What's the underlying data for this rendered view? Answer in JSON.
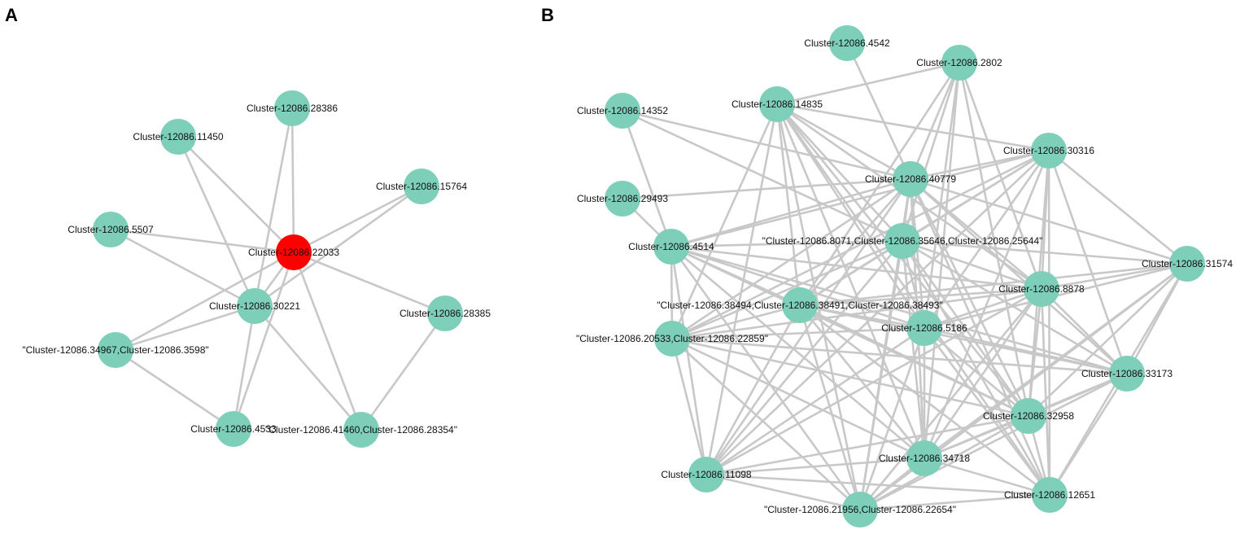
{
  "colors": {
    "node": "#7ecfba",
    "hub_node": "#ff0000",
    "edge": "#c8c8c8",
    "label": "#111111"
  },
  "panel_a": {
    "letter": "A",
    "nodes": [
      {
        "id": "a1",
        "label": "Cluster-12086.22033",
        "hub": true
      },
      {
        "id": "a2",
        "label": "Cluster-12086.28386"
      },
      {
        "id": "a3",
        "label": "Cluster-12086.11450"
      },
      {
        "id": "a4",
        "label": "Cluster-12086.15764"
      },
      {
        "id": "a5",
        "label": "Cluster-12086.5507"
      },
      {
        "id": "a6",
        "label": "Cluster-12086.30221"
      },
      {
        "id": "a7",
        "label": "Cluster-12086.28385"
      },
      {
        "id": "a8",
        "label": "\"Cluster-12086.34967,Cluster-12086.3598\""
      },
      {
        "id": "a9",
        "label": "Cluster-12086.4533"
      },
      {
        "id": "a10",
        "label": "\"Cluster-12086.41460,Cluster-12086.28354\""
      }
    ],
    "edges": [
      [
        "a1",
        "a2"
      ],
      [
        "a1",
        "a3"
      ],
      [
        "a1",
        "a4"
      ],
      [
        "a1",
        "a5"
      ],
      [
        "a1",
        "a6"
      ],
      [
        "a1",
        "a7"
      ],
      [
        "a1",
        "a8"
      ],
      [
        "a1",
        "a9"
      ],
      [
        "a1",
        "a10"
      ],
      [
        "a6",
        "a2"
      ],
      [
        "a6",
        "a3"
      ],
      [
        "a6",
        "a4"
      ],
      [
        "a6",
        "a5"
      ],
      [
        "a6",
        "a8"
      ],
      [
        "a6",
        "a9"
      ],
      [
        "a6",
        "a10"
      ],
      [
        "a8",
        "a9"
      ],
      [
        "a10",
        "a7"
      ]
    ]
  },
  "panel_b": {
    "letter": "B",
    "nodes": [
      {
        "id": "b1",
        "label": "Cluster-12086.4542"
      },
      {
        "id": "b2",
        "label": "Cluster-12086.2802"
      },
      {
        "id": "b3",
        "label": "Cluster-12086.14352"
      },
      {
        "id": "b4",
        "label": "Cluster-12086.14835"
      },
      {
        "id": "b5",
        "label": "Cluster-12086.30316"
      },
      {
        "id": "b6",
        "label": "Cluster-12086.40779"
      },
      {
        "id": "b7",
        "label": "Cluster-12086.29493"
      },
      {
        "id": "b8",
        "label": "Cluster-12086.4514"
      },
      {
        "id": "b9",
        "label": "\"Cluster-12086.8071,Cluster-12086.35646,Cluster-12086.25644\""
      },
      {
        "id": "b10",
        "label": "Cluster-12086.31574"
      },
      {
        "id": "b11",
        "label": "Cluster-12086.8878"
      },
      {
        "id": "b12",
        "label": "\"Cluster-12086.38494,Cluster-12086.38491,Cluster-12086.38493\""
      },
      {
        "id": "b13",
        "label": "\"Cluster-12086.20533,Cluster-12086.22859\""
      },
      {
        "id": "b14",
        "label": "Cluster-12086.5186"
      },
      {
        "id": "b15",
        "label": "Cluster-12086.33173"
      },
      {
        "id": "b16",
        "label": "Cluster-12086.32958"
      },
      {
        "id": "b17",
        "label": "Cluster-12086.34718"
      },
      {
        "id": "b18",
        "label": "Cluster-12086.11098"
      },
      {
        "id": "b19",
        "label": "Cluster-12086.12651"
      },
      {
        "id": "b20",
        "label": "\"Cluster-12086.21956,Cluster-12086.22654\""
      }
    ],
    "edges": [
      [
        "b1",
        "b6"
      ],
      [
        "b2",
        "b6"
      ],
      [
        "b2",
        "b9"
      ],
      [
        "b2",
        "b11"
      ],
      [
        "b2",
        "b12"
      ],
      [
        "b2",
        "b14"
      ],
      [
        "b2",
        "b16"
      ],
      [
        "b2",
        "b17"
      ],
      [
        "b2",
        "b4"
      ],
      [
        "b3",
        "b8"
      ],
      [
        "b3",
        "b9"
      ],
      [
        "b3",
        "b6"
      ],
      [
        "b7",
        "b6"
      ],
      [
        "b7",
        "b8"
      ],
      [
        "b4",
        "b6"
      ],
      [
        "b4",
        "b9"
      ],
      [
        "b4",
        "b11"
      ],
      [
        "b4",
        "b12"
      ],
      [
        "b4",
        "b13"
      ],
      [
        "b4",
        "b14"
      ],
      [
        "b4",
        "b16"
      ],
      [
        "b4",
        "b17"
      ],
      [
        "b4",
        "b18"
      ],
      [
        "b4",
        "b5"
      ],
      [
        "b4",
        "b19"
      ],
      [
        "b4",
        "b20"
      ],
      [
        "b5",
        "b6"
      ],
      [
        "b5",
        "b9"
      ],
      [
        "b5",
        "b11"
      ],
      [
        "b5",
        "b12"
      ],
      [
        "b5",
        "b13"
      ],
      [
        "b5",
        "b14"
      ],
      [
        "b5",
        "b15"
      ],
      [
        "b5",
        "b16"
      ],
      [
        "b5",
        "b17"
      ],
      [
        "b5",
        "b19"
      ],
      [
        "b5",
        "b8"
      ],
      [
        "b5",
        "b18"
      ],
      [
        "b6",
        "b8"
      ],
      [
        "b6",
        "b9"
      ],
      [
        "b6",
        "b11"
      ],
      [
        "b6",
        "b12"
      ],
      [
        "b6",
        "b13"
      ],
      [
        "b6",
        "b14"
      ],
      [
        "b6",
        "b15"
      ],
      [
        "b6",
        "b16"
      ],
      [
        "b6",
        "b17"
      ],
      [
        "b6",
        "b19"
      ],
      [
        "b6",
        "b10"
      ],
      [
        "b6",
        "b18"
      ],
      [
        "b6",
        "b20"
      ],
      [
        "b8",
        "b9"
      ],
      [
        "b8",
        "b11"
      ],
      [
        "b8",
        "b12"
      ],
      [
        "b8",
        "b14"
      ],
      [
        "b8",
        "b16"
      ],
      [
        "b8",
        "b17"
      ],
      [
        "b8",
        "b18"
      ],
      [
        "b8",
        "b13"
      ],
      [
        "b8",
        "b15"
      ],
      [
        "b8",
        "b20"
      ],
      [
        "b9",
        "b11"
      ],
      [
        "b9",
        "b12"
      ],
      [
        "b9",
        "b13"
      ],
      [
        "b9",
        "b14"
      ],
      [
        "b9",
        "b15"
      ],
      [
        "b9",
        "b16"
      ],
      [
        "b9",
        "b17"
      ],
      [
        "b9",
        "b18"
      ],
      [
        "b9",
        "b19"
      ],
      [
        "b9",
        "b10"
      ],
      [
        "b9",
        "b20"
      ],
      [
        "b10",
        "b11"
      ],
      [
        "b10",
        "b14"
      ],
      [
        "b10",
        "b15"
      ],
      [
        "b10",
        "b16"
      ],
      [
        "b10",
        "b17"
      ],
      [
        "b10",
        "b19"
      ],
      [
        "b10",
        "b12"
      ],
      [
        "b10",
        "b20"
      ],
      [
        "b10",
        "b5"
      ],
      [
        "b11",
        "b12"
      ],
      [
        "b11",
        "b13"
      ],
      [
        "b11",
        "b14"
      ],
      [
        "b11",
        "b15"
      ],
      [
        "b11",
        "b16"
      ],
      [
        "b11",
        "b17"
      ],
      [
        "b11",
        "b18"
      ],
      [
        "b11",
        "b19"
      ],
      [
        "b11",
        "b20"
      ],
      [
        "b12",
        "b13"
      ],
      [
        "b12",
        "b14"
      ],
      [
        "b12",
        "b15"
      ],
      [
        "b12",
        "b16"
      ],
      [
        "b12",
        "b17"
      ],
      [
        "b12",
        "b18"
      ],
      [
        "b12",
        "b19"
      ],
      [
        "b12",
        "b20"
      ],
      [
        "b13",
        "b14"
      ],
      [
        "b13",
        "b16"
      ],
      [
        "b13",
        "b17"
      ],
      [
        "b13",
        "b18"
      ],
      [
        "b13",
        "b20"
      ],
      [
        "b13",
        "b15"
      ],
      [
        "b14",
        "b15"
      ],
      [
        "b14",
        "b16"
      ],
      [
        "b14",
        "b17"
      ],
      [
        "b14",
        "b18"
      ],
      [
        "b14",
        "b19"
      ],
      [
        "b14",
        "b20"
      ],
      [
        "b15",
        "b16"
      ],
      [
        "b15",
        "b17"
      ],
      [
        "b15",
        "b19"
      ],
      [
        "b15",
        "b20"
      ],
      [
        "b16",
        "b17"
      ],
      [
        "b16",
        "b18"
      ],
      [
        "b16",
        "b19"
      ],
      [
        "b16",
        "b20"
      ],
      [
        "b17",
        "b18"
      ],
      [
        "b17",
        "b19"
      ],
      [
        "b17",
        "b20"
      ],
      [
        "b18",
        "b20"
      ],
      [
        "b18",
        "b19"
      ],
      [
        "b19",
        "b20"
      ]
    ]
  }
}
